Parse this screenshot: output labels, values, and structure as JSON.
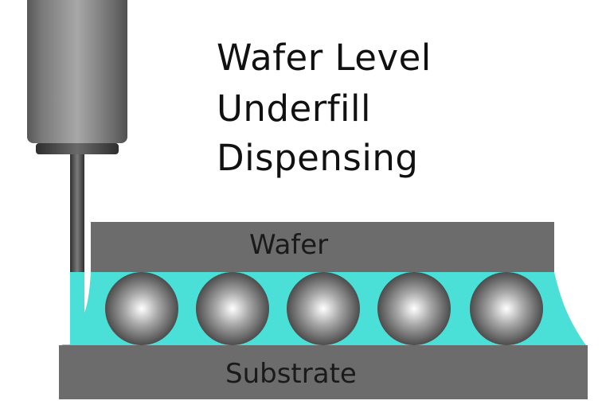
{
  "title": {
    "lines": [
      "Wafer Level",
      "Underfill",
      "Dispensing"
    ]
  },
  "labels": {
    "wafer": "Wafer",
    "substrate": "Substrate"
  },
  "components": {
    "dispenser": "dispensing-needle",
    "solder_bumps_count": 5
  },
  "colors": {
    "wafer": "#6b6c6b",
    "substrate": "#6b6c6b",
    "underfill": "#4ae0d8",
    "syringe_light": "#a7a7a7",
    "syringe_dark": "#555555",
    "bump_highlight": "#ffffff",
    "bump_shadow": "#4a4a4a",
    "text": "#111111"
  }
}
